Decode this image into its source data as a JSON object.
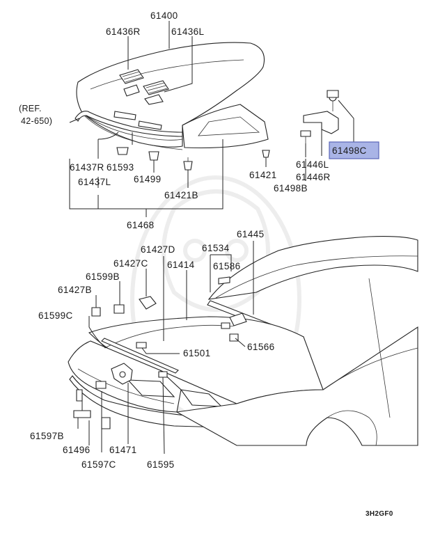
{
  "diagram": {
    "labels": {
      "p61400": "61400",
      "p61436R": "61436R",
      "p61436L": "61436L",
      "ref_line1": "(REF.",
      "ref_line2": "42-650)",
      "p61437R": "61437R",
      "p61593": "61593",
      "p61437L": "61437L",
      "p61499": "61499",
      "p61421B": "61421B",
      "p61421": "61421",
      "p61446L": "61446L",
      "p61446R": "61446R",
      "p61498B": "61498B",
      "p61498C": "61498C",
      "p61468": "61468",
      "p61427D": "61427D",
      "p61534": "61534",
      "p61445": "61445",
      "p61427C": "61427C",
      "p61414": "61414",
      "p61586": "61586",
      "p61599B": "61599B",
      "p61427B": "61427B",
      "p61599C": "61599C",
      "p61566": "61566",
      "p61501": "61501",
      "p61597B": "61597B",
      "p61496": "61496",
      "p61471": "61471",
      "p61597C": "61597C",
      "p61595": "61595",
      "figure_code": "3H2GF0"
    },
    "highlight_color": "#a9b4e6",
    "highlight_border": "#5a66b8"
  }
}
